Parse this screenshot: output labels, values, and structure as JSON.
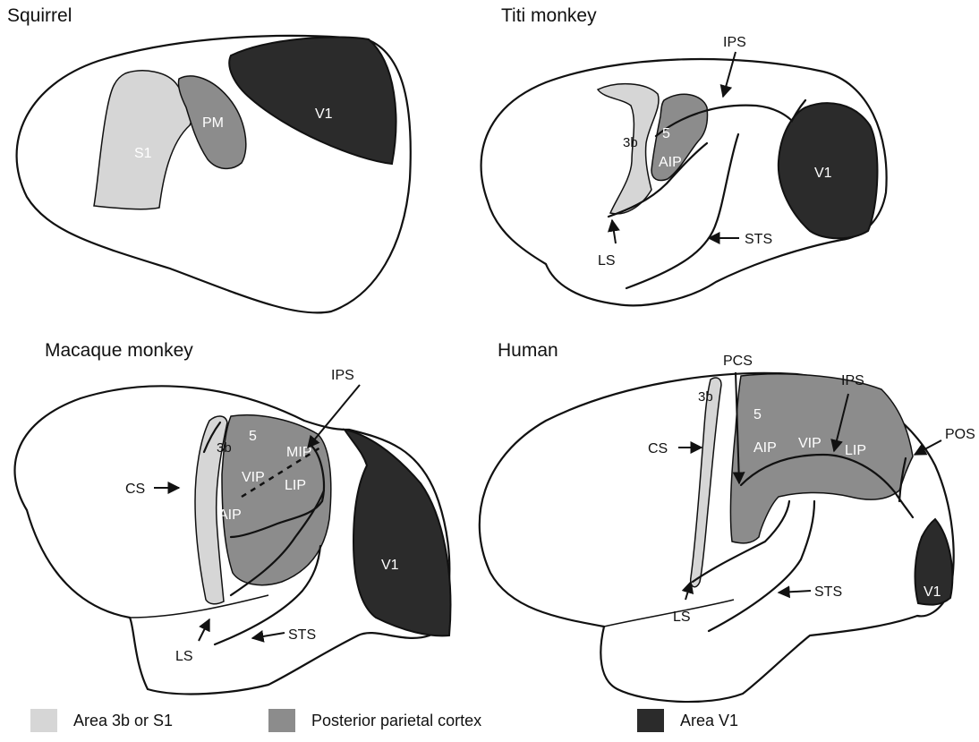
{
  "colors": {
    "s1": "#d6d6d6",
    "ppc": "#8c8c8c",
    "v1": "#2b2b2b"
  },
  "panels": {
    "squirrel": {
      "title": "Squirrel",
      "s1": "S1",
      "pm": "PM",
      "v1": "V1"
    },
    "titi": {
      "title": "Titi monkey",
      "ips": "IPS",
      "area3b": "3b",
      "area5": "5",
      "aip": "AIP",
      "v1": "V1",
      "ls": "LS",
      "sts": "STS"
    },
    "macaque": {
      "title": "Macaque monkey",
      "ips": "IPS",
      "area3b": "3b",
      "area5": "5",
      "mip": "MIP",
      "vip": "VIP",
      "lip": "LIP",
      "aip": "AIP",
      "cs": "CS",
      "v1": "V1",
      "ls": "LS",
      "sts": "STS"
    },
    "human": {
      "title": "Human",
      "pcs": "PCS",
      "ips": "IPS",
      "pos": "POS",
      "area3b": "3b",
      "area5": "5",
      "aip": "AIP",
      "vip": "VIP",
      "lip": "LIP",
      "cs": "CS",
      "v1": "V1",
      "ls": "LS",
      "sts": "STS"
    }
  },
  "legend": [
    {
      "label": "Area 3b or S1",
      "color": "#d6d6d6"
    },
    {
      "label": "Posterior parietal cortex",
      "color": "#8c8c8c"
    },
    {
      "label": "Area  V1",
      "color": "#2b2b2b"
    }
  ]
}
